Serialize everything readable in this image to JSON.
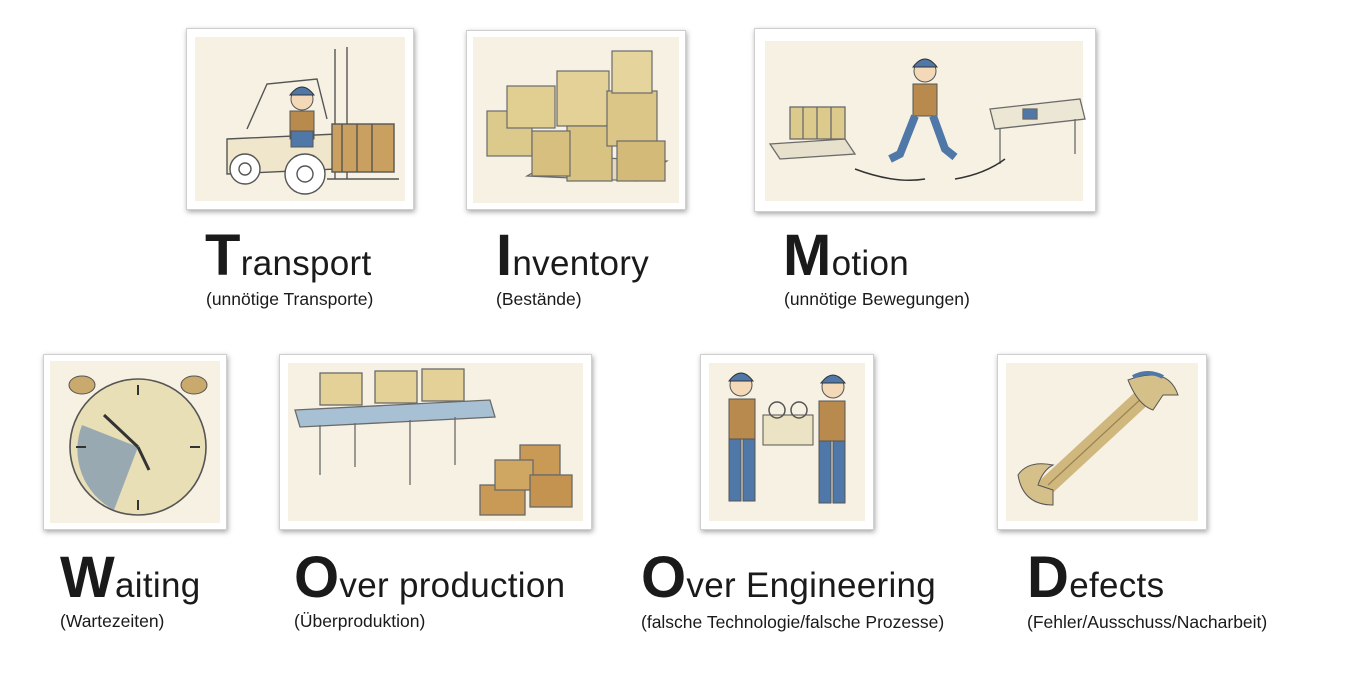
{
  "wastes": [
    {
      "id": "transport",
      "initial": "T",
      "rest": "ransport",
      "subtitle": "(unnötige Transporte)",
      "illustration": "forklift-sketch"
    },
    {
      "id": "inventory",
      "initial": "I",
      "rest": "nventory",
      "subtitle": "(Bestände)",
      "illustration": "stacked-boxes-sketch"
    },
    {
      "id": "motion",
      "initial": "M",
      "rest": "otion",
      "subtitle": "(unnötige Bewegungen)",
      "illustration": "walking-worker-sketch"
    },
    {
      "id": "waiting",
      "initial": "W",
      "rest": "aiting",
      "subtitle": "(Wartezeiten)",
      "illustration": "stopwatch-sketch"
    },
    {
      "id": "overproduction",
      "initial": "O",
      "rest": "ver production",
      "subtitle": "(Überproduktion)",
      "illustration": "conveyor-belt-sketch"
    },
    {
      "id": "overengineering",
      "initial": "O",
      "rest": "ver Engineering",
      "subtitle": "(falsche Technologie/falsche Prozesse)",
      "illustration": "two-workers-sketch"
    },
    {
      "id": "defects",
      "initial": "D",
      "rest": "efects",
      "subtitle": "(Fehler/Ausschuss/Nacharbeit)",
      "illustration": "wrench-sketch"
    }
  ],
  "colors": {
    "paper": "#f5efdd",
    "box": "#dcc98c",
    "box_dark": "#b8935a",
    "blue": "#4f78a8",
    "pencil": "#555555"
  }
}
